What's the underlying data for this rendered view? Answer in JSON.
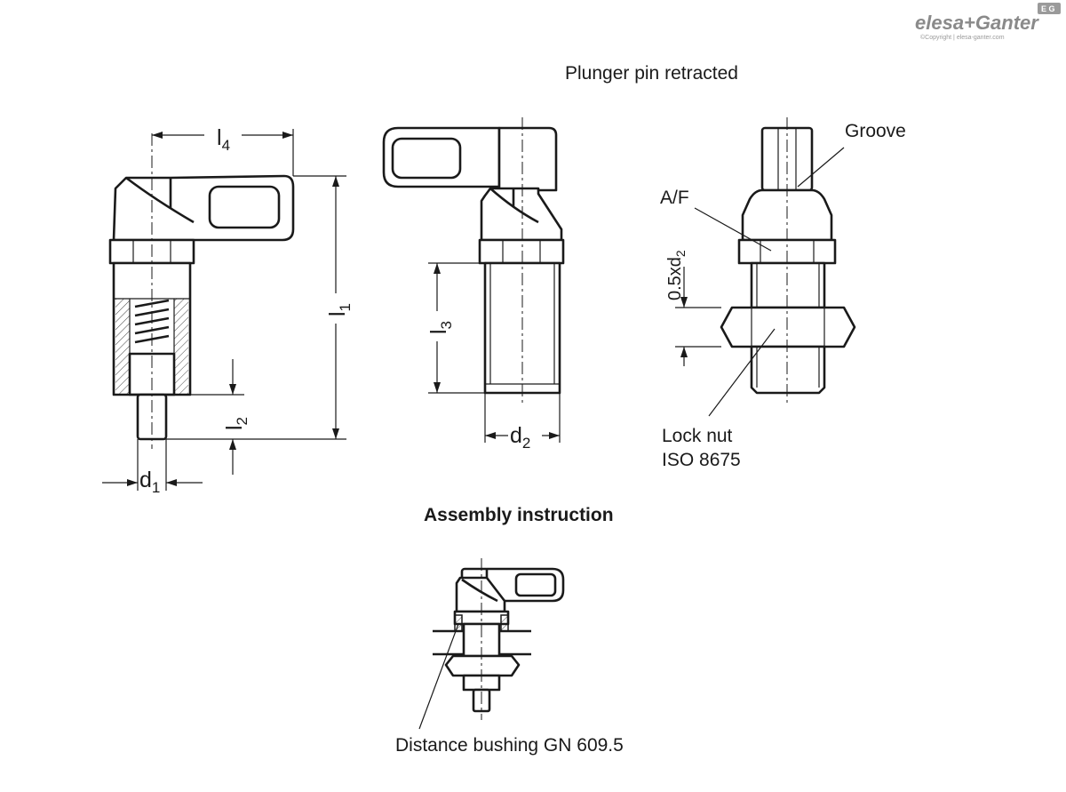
{
  "brand": {
    "logo_text": "elesa+Ganter",
    "copyright_text": "©Copyright | elesa-ganter.com",
    "badge_text": "E G"
  },
  "labels": {
    "plunger_retracted": "Plunger pin retracted",
    "groove": "Groove",
    "af": "A/F",
    "lock_nut_line1": "Lock nut",
    "lock_nut_line2": "ISO 8675",
    "assembly_instruction": "Assembly instruction",
    "distance_bushing": "Distance bushing GN 609.5"
  },
  "dimensions": {
    "l4": {
      "base": "l",
      "sub": "4"
    },
    "l1": {
      "base": "l",
      "sub": "1"
    },
    "l2": {
      "base": "l",
      "sub": "2"
    },
    "l3": {
      "base": "l",
      "sub": "3"
    },
    "d1": {
      "base": "d",
      "sub": "1"
    },
    "d2": {
      "base": "d",
      "sub": "2"
    },
    "half_d2": {
      "base": "0.5xd",
      "sub": "2"
    }
  },
  "colors": {
    "line": "#1a1a1a",
    "logo": "#8a8a8a"
  }
}
